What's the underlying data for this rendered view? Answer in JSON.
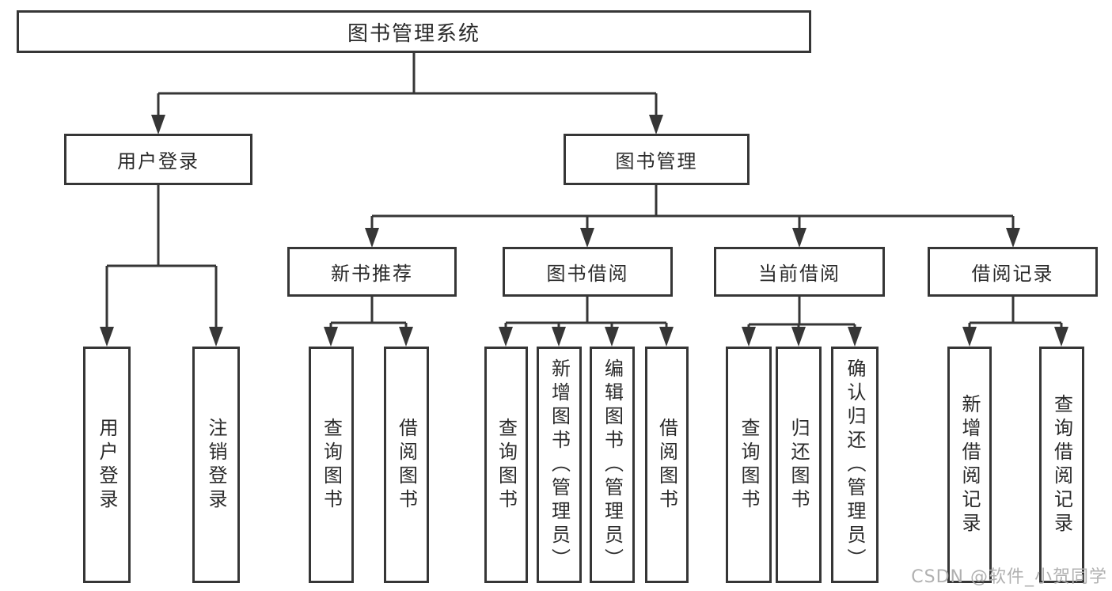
{
  "diagram": {
    "tree": {
      "label": "图书管理系统",
      "children": [
        {
          "label": "用户登录",
          "children": [
            {
              "label": "用户登录"
            },
            {
              "label": "注销登录"
            }
          ]
        },
        {
          "label": "图书管理",
          "children": [
            {
              "label": "新书推荐",
              "children": [
                {
                  "label": "查询图书"
                },
                {
                  "label": "借阅图书"
                }
              ]
            },
            {
              "label": "图书借阅",
              "children": [
                {
                  "label": "查询图书"
                },
                {
                  "label": "新增图书（管理员）"
                },
                {
                  "label": "编辑图书（管理员）"
                },
                {
                  "label": "借阅图书"
                }
              ]
            },
            {
              "label": "当前借阅",
              "children": [
                {
                  "label": "查询图书"
                },
                {
                  "label": "归还图书"
                },
                {
                  "label": "确认归还（管理员）"
                }
              ]
            },
            {
              "label": "借阅记录",
              "children": [
                {
                  "label": "新增借阅记录"
                },
                {
                  "label": "查询借阅记录"
                }
              ]
            }
          ]
        }
      ]
    },
    "watermark": "CSDN @软件_小贺同学",
    "colors": {
      "line": "#363636",
      "box_border": "#363636",
      "text": "#2a2a2a",
      "watermark": "#b0b0b0",
      "background": "#ffffff"
    }
  }
}
